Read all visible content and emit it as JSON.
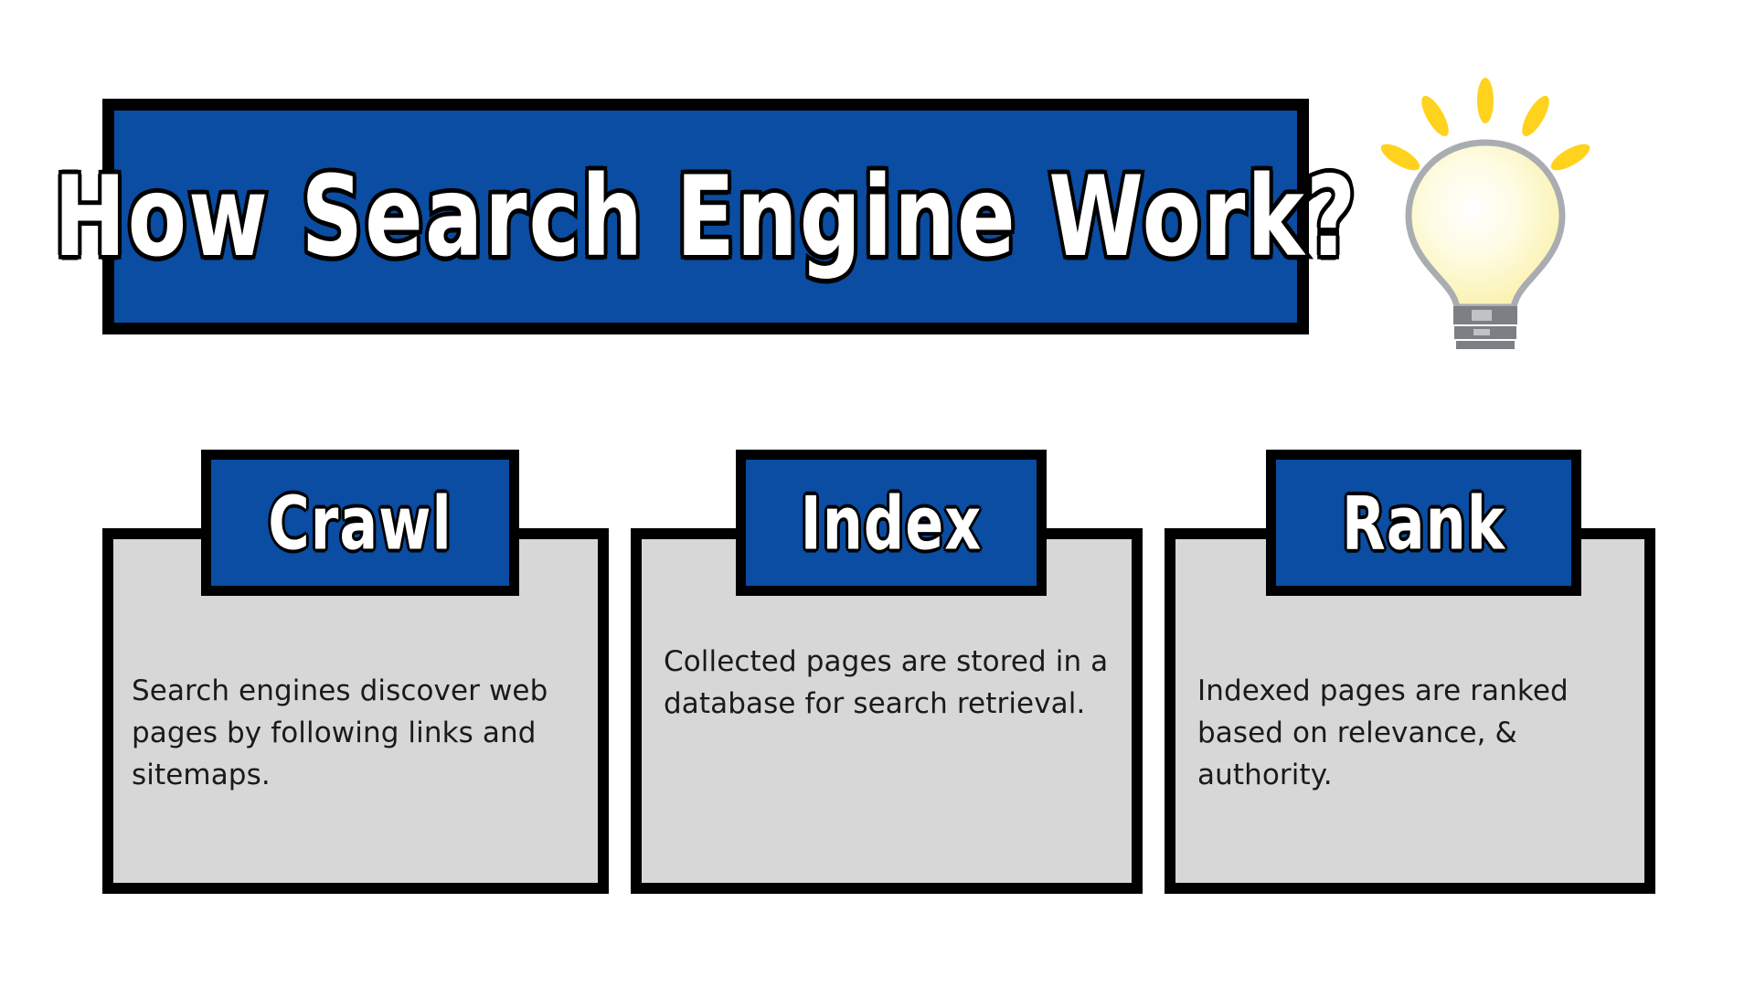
{
  "page": {
    "title": "How Search Engine Work?",
    "background_color": "#FFFFFF"
  },
  "colors": {
    "brand_blue": "#0A4DA2",
    "card_gray": "#D7D7D7",
    "outline_black": "#000000",
    "bulb_glow_yellow": "#FBEFA8",
    "bulb_ray_yellow": "#FFD21E",
    "bulb_base_gray": "#7C8084"
  },
  "header": {
    "banner_title": "How Search Engine Work?",
    "illustration": "lightbulb-icon"
  },
  "cards": [
    {
      "id": "crawl",
      "label": "Crawl",
      "body": "Search engines discover web pages by following links and sitemaps."
    },
    {
      "id": "index",
      "label": "Index",
      "body": "Collected pages are stored in a database for search retrieval."
    },
    {
      "id": "rank",
      "label": "Rank",
      "body": "Indexed pages are ranked based on relevance, & authority."
    }
  ]
}
